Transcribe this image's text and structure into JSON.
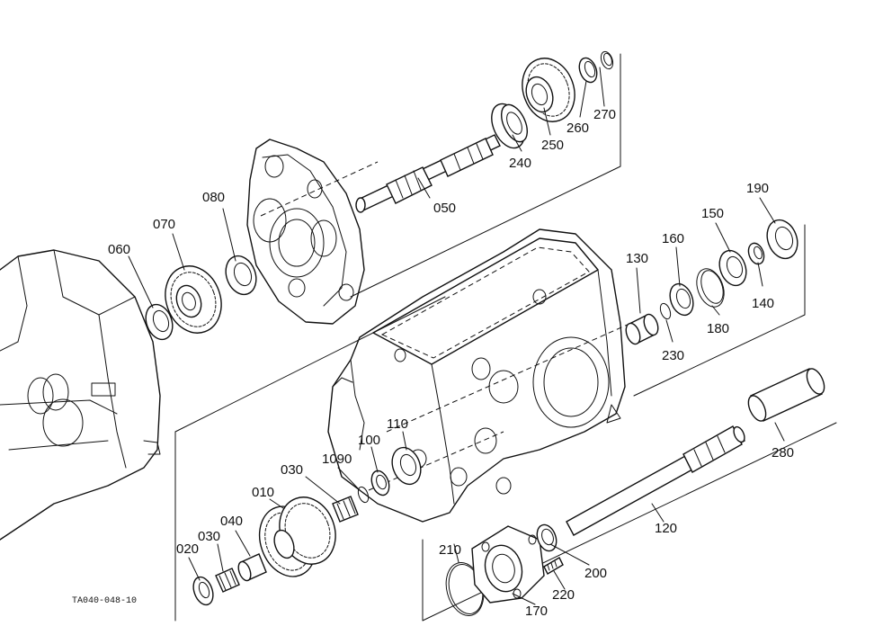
{
  "reference_code": "TA040-048-10",
  "callouts": [
    {
      "id": "c270",
      "text": "270"
    },
    {
      "id": "c260",
      "text": "260"
    },
    {
      "id": "c250",
      "text": "250"
    },
    {
      "id": "c240",
      "text": "240"
    },
    {
      "id": "c050",
      "text": "050"
    },
    {
      "id": "c080",
      "text": "080"
    },
    {
      "id": "c070",
      "text": "070"
    },
    {
      "id": "c060",
      "text": "060"
    },
    {
      "id": "c190",
      "text": "190"
    },
    {
      "id": "c150",
      "text": "150"
    },
    {
      "id": "c160",
      "text": "160"
    },
    {
      "id": "c130",
      "text": "130"
    },
    {
      "id": "c140",
      "text": "140"
    },
    {
      "id": "c180",
      "text": "180"
    },
    {
      "id": "c230",
      "text": "230"
    },
    {
      "id": "c280",
      "text": "280"
    },
    {
      "id": "c110",
      "text": "110"
    },
    {
      "id": "c100",
      "text": "100"
    },
    {
      "id": "c090",
      "text": "1090"
    },
    {
      "id": "c030a",
      "text": "030"
    },
    {
      "id": "c010",
      "text": "010"
    },
    {
      "id": "c040",
      "text": "040"
    },
    {
      "id": "c030b",
      "text": "030"
    },
    {
      "id": "c020",
      "text": "020"
    },
    {
      "id": "c120",
      "text": "120"
    },
    {
      "id": "c210",
      "text": "210"
    },
    {
      "id": "c200",
      "text": "200"
    },
    {
      "id": "c220",
      "text": "220"
    },
    {
      "id": "c170",
      "text": "170"
    }
  ]
}
